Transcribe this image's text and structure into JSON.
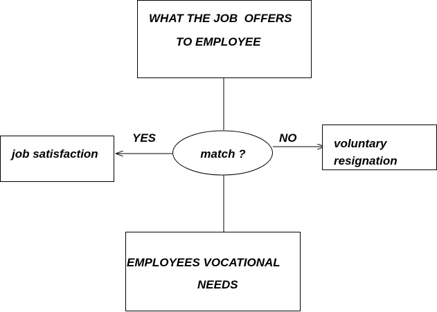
{
  "diagram": {
    "offers_box": {
      "line1": "WHAT THE JOB  OFFERS",
      "line2": "TO EMPLOYEE"
    },
    "needs_box": {
      "line1": "EMPLOYEES VOCATIONAL",
      "line2": "NEEDS"
    },
    "decision": {
      "label": "match ?"
    },
    "yes_branch": {
      "edge_label": "YES",
      "outcome": "job satisfaction"
    },
    "no_branch": {
      "edge_label": "NO",
      "outcome_line1": "voluntary",
      "outcome_line2": "resignation"
    },
    "colors": {
      "stroke": "#000000",
      "background": "#ffffff"
    }
  }
}
